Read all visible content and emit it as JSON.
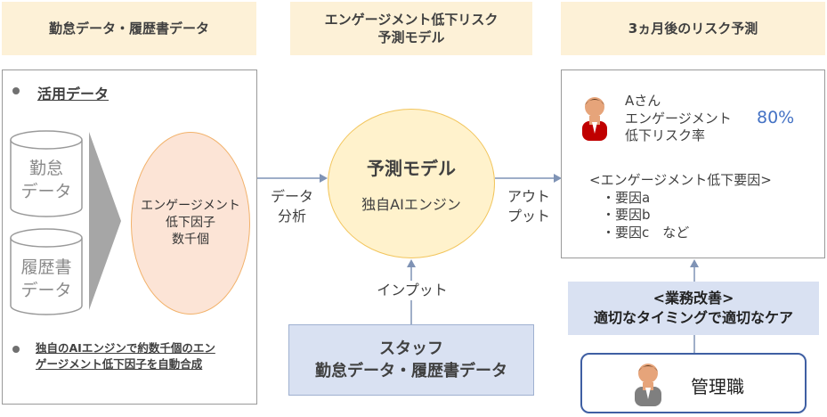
{
  "headers": {
    "left": "勤怠データ・履歴書データ",
    "middle_line1": "エンゲージメント低下リスク",
    "middle_line2": "予測モデル",
    "right": "3ヵ月後のリスク予測"
  },
  "left_panel": {
    "title": "活用データ",
    "cylinder1_line1": "勤怠",
    "cylinder1_line2": "データ",
    "cylinder2_line1": "履歴書",
    "cylinder2_line2": "データ",
    "factor_line1": "エンゲージメント",
    "factor_line2": "低下因子",
    "factor_line3": "数千個",
    "note_line1": "独自のAIエンジンで約数千個のエン",
    "note_line2": "ゲージメント低下因子を自動合成"
  },
  "arrows": {
    "analysis_line1": "データ",
    "analysis_line2": "分析",
    "output_line1": "アウト",
    "output_line2": "プット",
    "input": "インプット"
  },
  "model": {
    "title": "予測モデル",
    "subtitle": "独自AIエンジン"
  },
  "prediction": {
    "person": "Aさん",
    "metric_line1": "エンゲージメント",
    "metric_line2": "低下リスク率",
    "rate": "80%",
    "factors_title": "<エンゲージメント低下要因>",
    "factors": [
      "・要因a",
      "・要因b",
      "・要因c　など"
    ]
  },
  "staff_box": {
    "line1": "スタッフ",
    "line2": "勤怠データ・履歴書データ"
  },
  "improvement_box": {
    "line1": "<業務改善>",
    "line2": "適切なタイミングで適切なケア"
  },
  "manager_box": {
    "label": "管理職"
  },
  "colors": {
    "header_bg": "#fdf1d7",
    "oval_fill": "#fce4d6",
    "oval_border": "#f2b26b",
    "model_fill": "#fff2cc",
    "accent_blue": "#4472c4",
    "staff_fill": "#d9e1f2",
    "manager_border": "#3f5fa3"
  }
}
